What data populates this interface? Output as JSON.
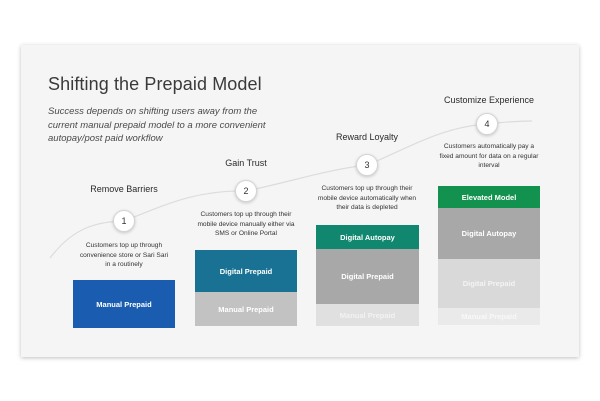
{
  "slide": {
    "title": "Shifting the Prepaid Model",
    "subtitle": "Success depends on shifting users away from the current manual prepaid model to a more convenient autopay/post paid workflow"
  },
  "steps": [
    {
      "number": "1",
      "title": "Remove Barriers",
      "description": "Customers top up through convenience store or Sari Sari in a routinely",
      "blocks": [
        "Manual Prepaid"
      ]
    },
    {
      "number": "2",
      "title": "Gain Trust",
      "description": "Customers top up through their mobile device manually either via SMS or Online Portal",
      "blocks": [
        "Digital Prepaid",
        "Manual Prepaid"
      ]
    },
    {
      "number": "3",
      "title": "Reward Loyalty",
      "description": "Customers top up through their mobile device automatically when their data is depleted",
      "blocks": [
        "Digital Autopay",
        "Digital Prepaid",
        "Manual Prepaid"
      ]
    },
    {
      "number": "4",
      "title": "Customize Experience",
      "description": "Customers automatically pay a fixed amount for data on a regular interval",
      "blocks": [
        "Elevated Model",
        "Digital Autopay",
        "Digital Prepaid",
        "Manual Prepaid"
      ]
    }
  ],
  "colors": {
    "manual_prepaid": "#1a5cb0",
    "digital_prepaid": "#197293",
    "digital_autopay": "#10876e",
    "elevated_model": "#13924f",
    "faded_dark": "#a8a8a8",
    "faded_mid": "#c2c2c2",
    "faded_light": "#d9d9d9",
    "faded_lighter": "#e6e6e6"
  }
}
